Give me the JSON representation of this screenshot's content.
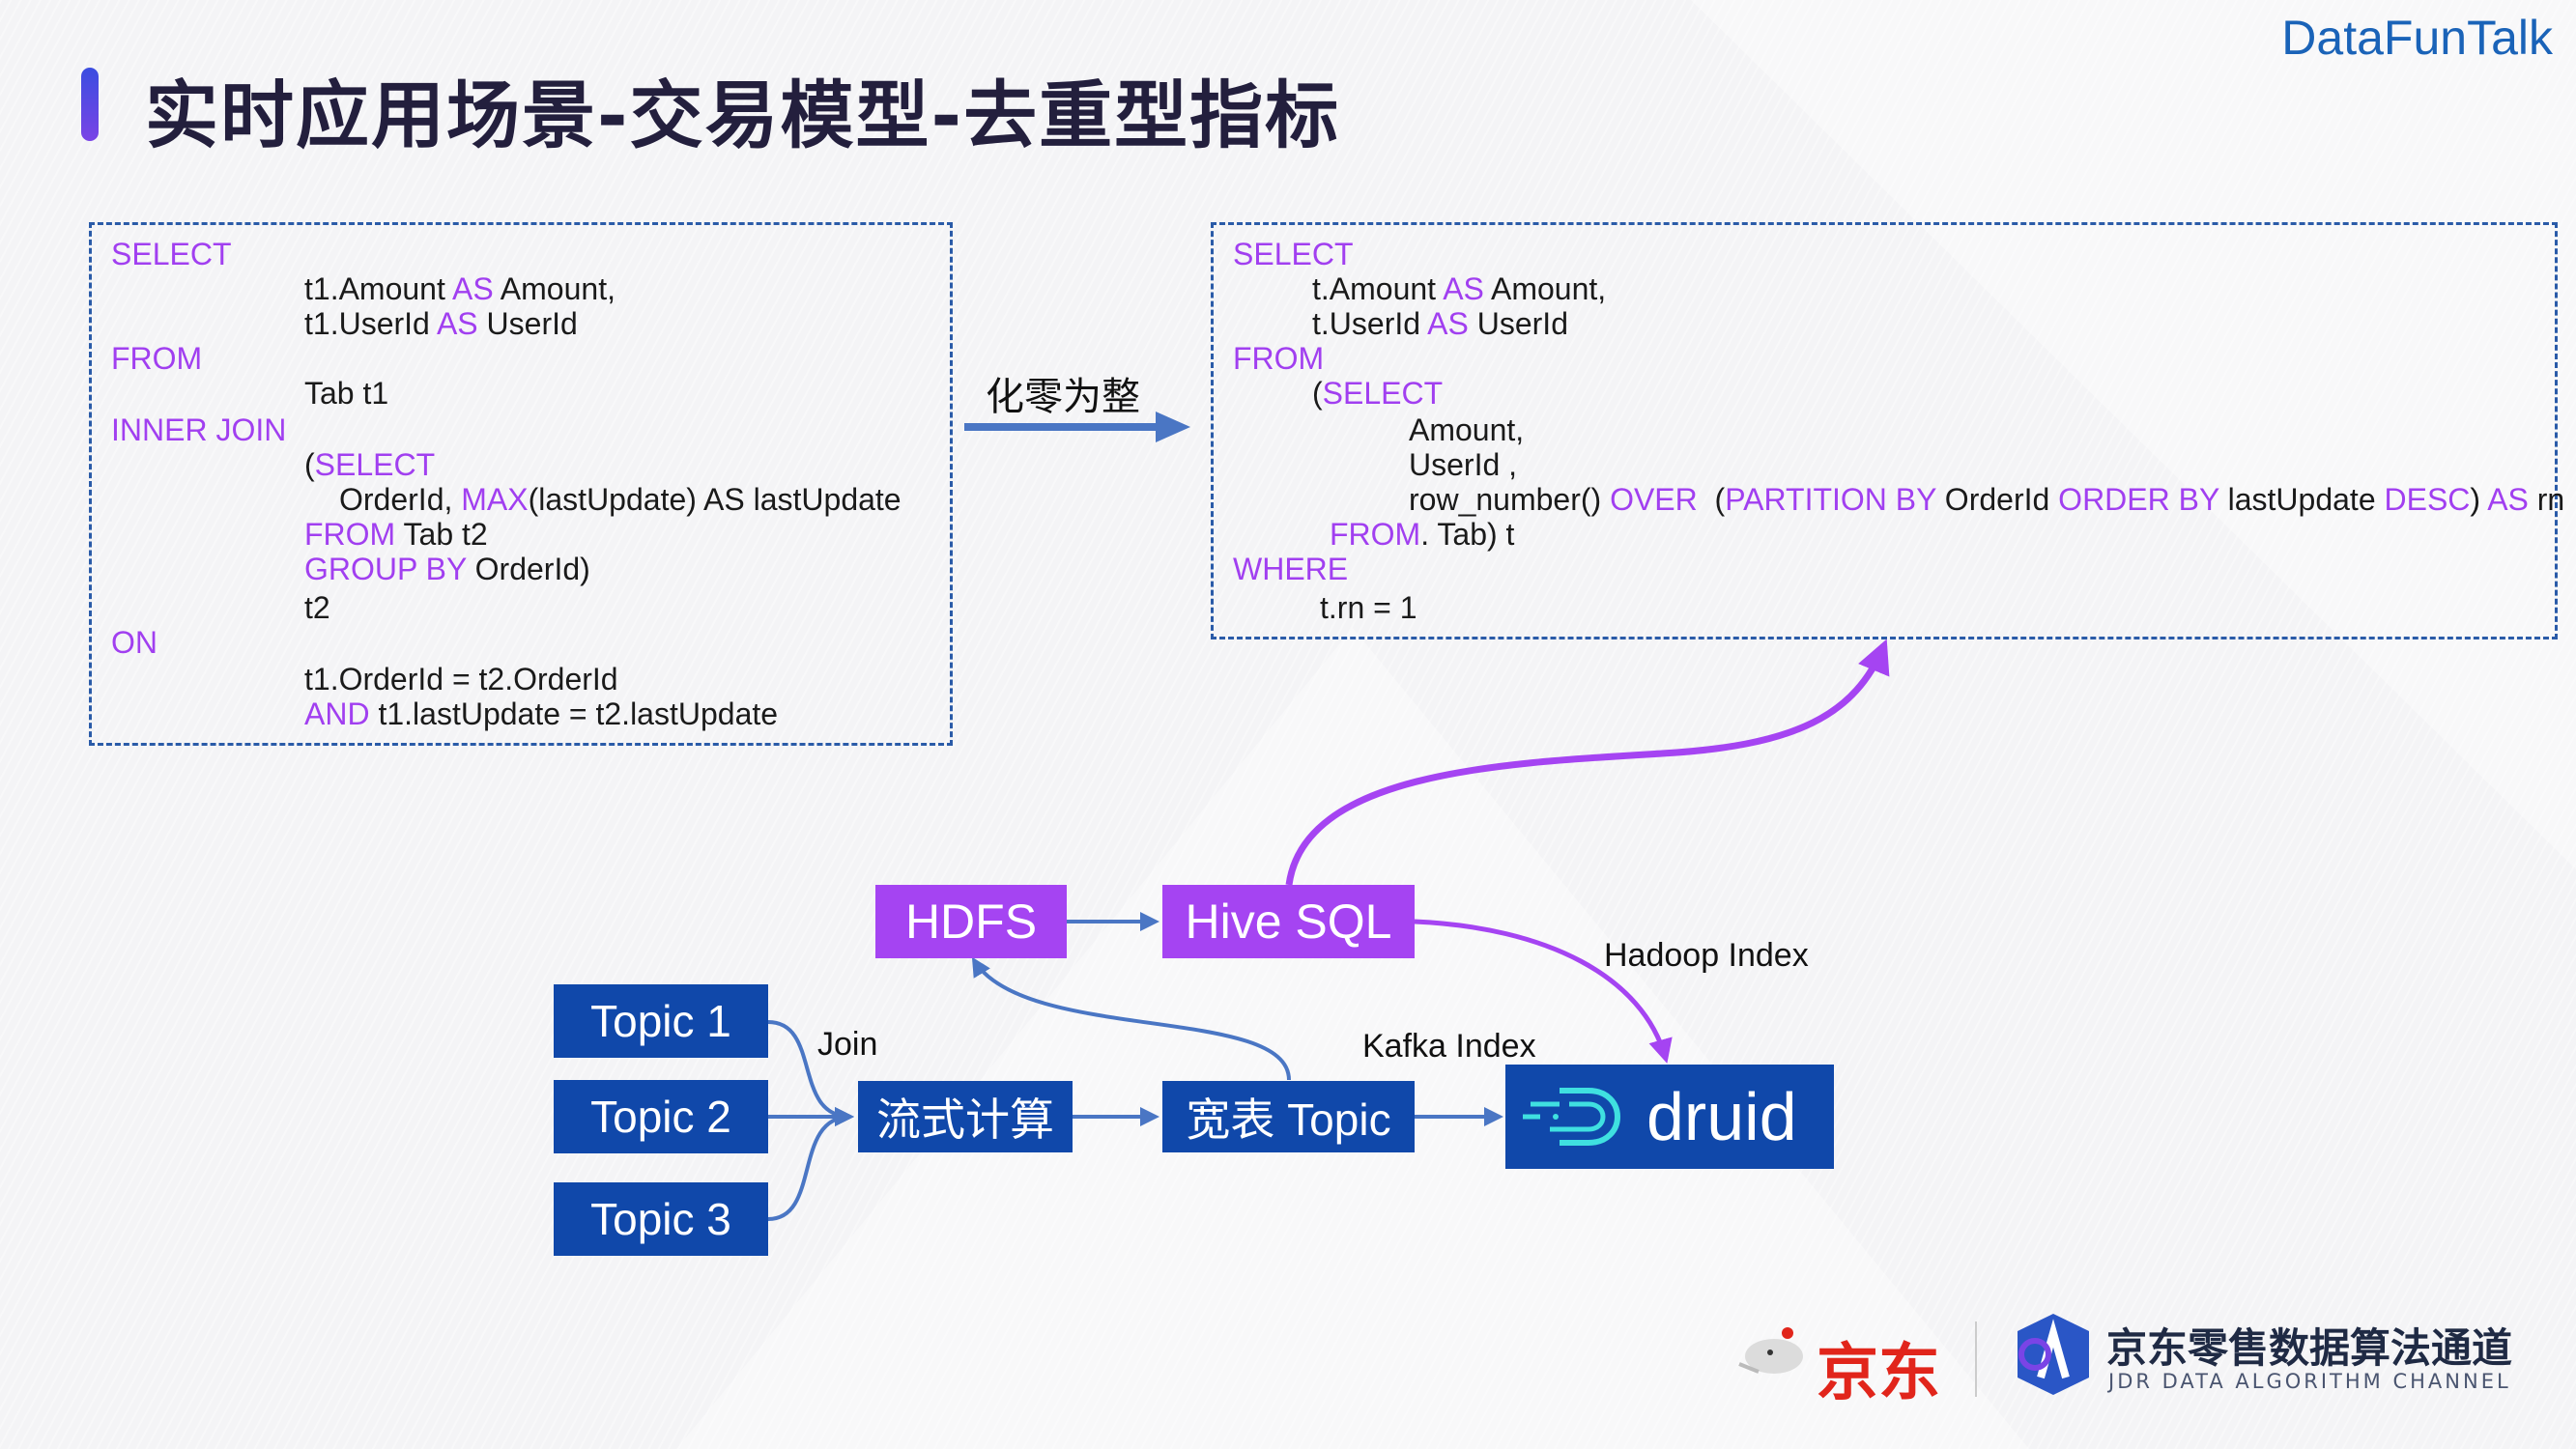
{
  "brand": "DataFunTalk",
  "title": "实时应用场景-交易模型-去重型指标",
  "arrow_label": "化零为整",
  "left_code": {
    "l1": "SELECT",
    "l2_a": "t1.Amount ",
    "l2_kw": "AS",
    "l2_b": " Amount,",
    "l3_a": "t1.UserId ",
    "l3_kw": "AS",
    "l3_b": " UserId",
    "l4": "FROM",
    "l5": "Tab t1",
    "l6": "INNER JOIN",
    "l7_a": "(",
    "l7_kw": "SELECT",
    "l8_a": "OrderId, ",
    "l8_kw": "MAX",
    "l8_b": "(lastUpdate) AS lastUpdate",
    "l9_kw": "FROM",
    "l9_b": " Tab t2",
    "l10_kw": "GROUP BY",
    "l10_b": " OrderId)",
    "l11": "t2",
    "l12": "ON",
    "l13": "t1.OrderId = t2.OrderId",
    "l14_kw": "AND",
    "l14_b": " t1.lastUpdate = t2.lastUpdate"
  },
  "right_code": {
    "l1": "SELECT",
    "l2_a": "t.Amount ",
    "l2_kw": "AS",
    "l2_b": " Amount,",
    "l3_a": "t.UserId ",
    "l3_kw": "AS",
    "l3_b": " UserId",
    "l4": "FROM",
    "l5_a": "(",
    "l5_kw": "SELECT",
    "l6": "Amount,",
    "l7": "UserId ,",
    "l8_a": "row_number() ",
    "l8_kw1": "OVER",
    "l8_b": "  (",
    "l8_kw2": "PARTITION BY",
    "l8_c": " OrderId ",
    "l8_kw3": "ORDER BY",
    "l8_d": " lastUpdate ",
    "l8_kw4": "DESC",
    "l8_e": ") ",
    "l8_kw5": "AS",
    "l8_f": " rn",
    "l9_kw": "FROM",
    "l9_b": ". Tab) t",
    "l10": "WHERE",
    "l11": "t.rn = 1"
  },
  "flow": {
    "topic1": "Topic 1",
    "topic2": "Topic 2",
    "topic3": "Topic 3",
    "stream": "流式计算",
    "wide_topic": "宽表 Topic",
    "hdfs": "HDFS",
    "hive": "Hive SQL",
    "druid": "druid",
    "join_label": "Join",
    "kafka_label": "Kafka Index",
    "hadoop_label": "Hadoop Index"
  },
  "footer": {
    "jd": "京东",
    "jdr_cn": "京东零售数据算法通道",
    "jdr_en": "JDR DATA ALGORITHM CHANNEL"
  },
  "colors": {
    "keyword": "#a13ff0",
    "blue_node": "#1048aa",
    "purple_node": "#a544f2",
    "arrow_blue": "#4a76c4",
    "arrow_purple": "#a544f2"
  }
}
